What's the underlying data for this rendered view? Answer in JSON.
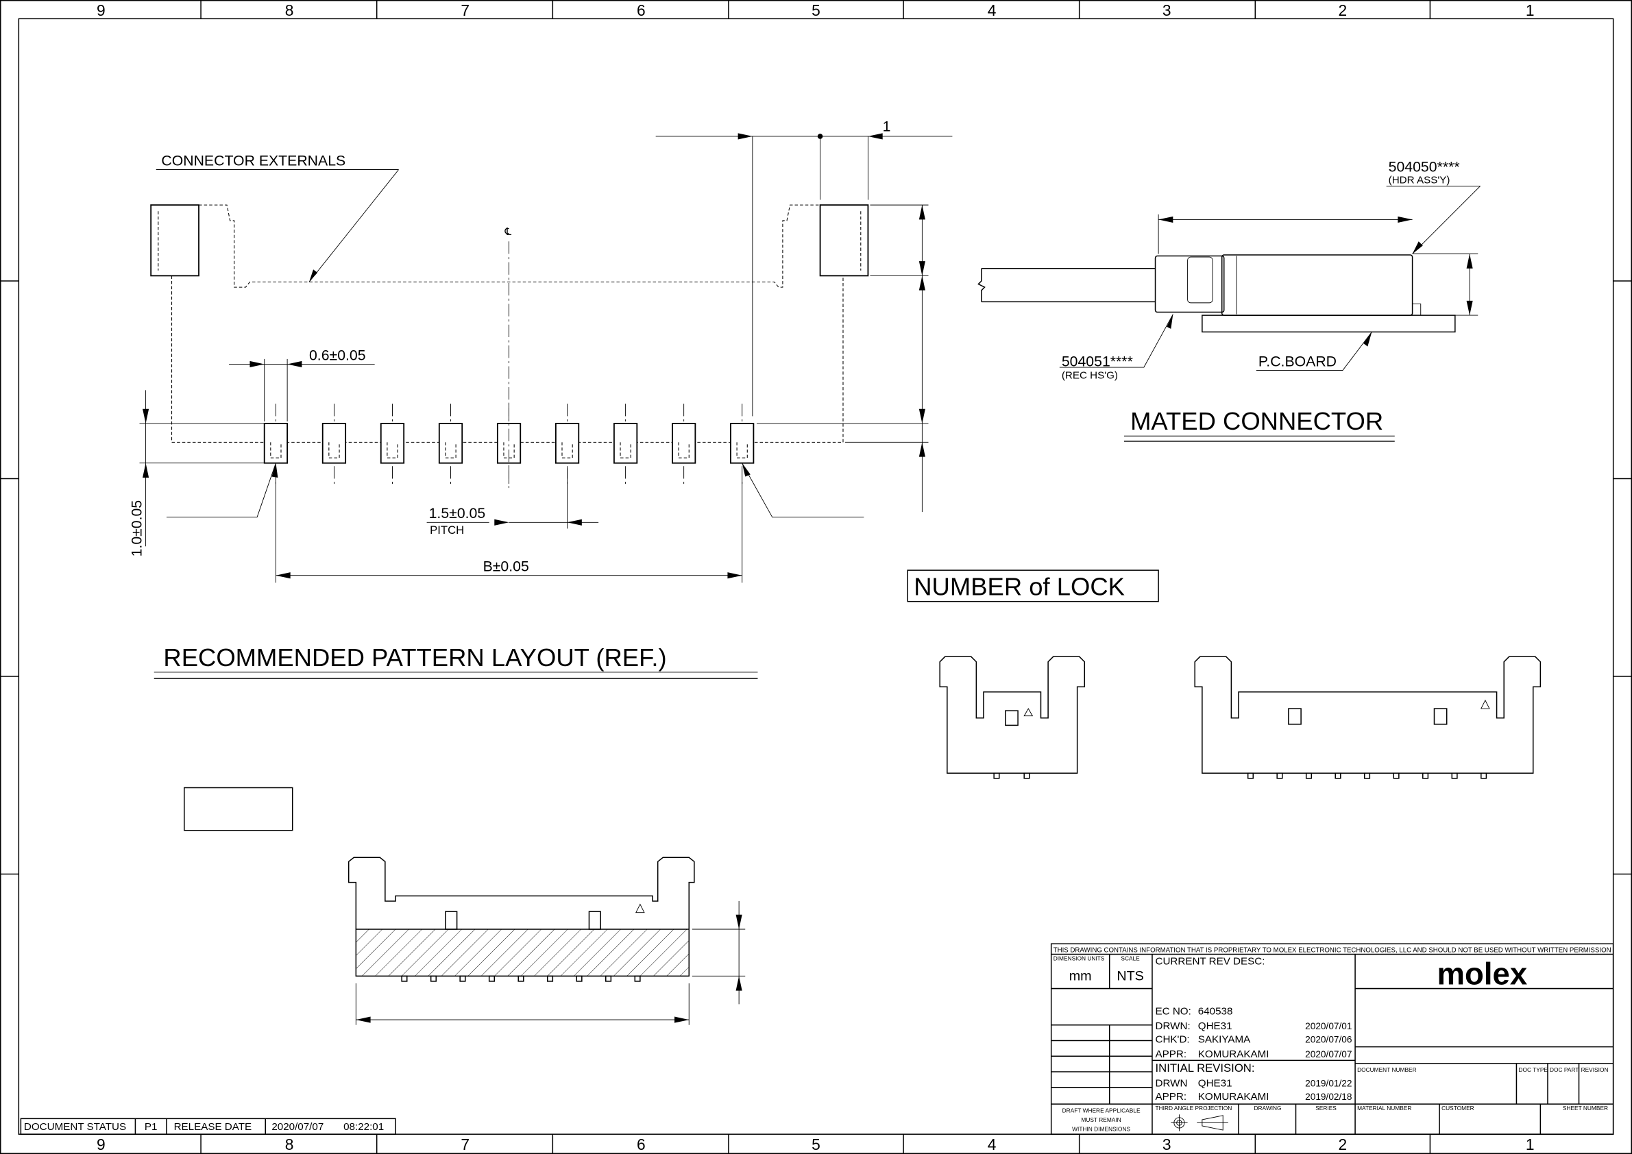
{
  "zones": [
    "9",
    "8",
    "7",
    "6",
    "5",
    "4",
    "3",
    "2",
    "1"
  ],
  "pattern": {
    "leader_label": "CONNECTOR EXTERNALS",
    "pad_width": "0.6±0.05",
    "pad_length": "1.0±0.05",
    "pitch_value": "1.5±0.05",
    "pitch_label": "PITCH",
    "span": "B±0.05",
    "offset": "1",
    "centerline": "℄",
    "title": "RECOMMENDED PATTERN LAYOUT (REF.)"
  },
  "mated": {
    "header_part": "504050****",
    "header_desc": "(HDR ASS'Y)",
    "receptacle_part": "504051****",
    "receptacle_desc": "(REC HS'G)",
    "board": "P.C.BOARD",
    "title": "MATED CONNECTOR"
  },
  "lock": {
    "title": "NUMBER of LOCK"
  },
  "title_block": {
    "proprietary": "THIS DRAWING CONTAINS INFORMATION THAT IS PROPRIETARY TO MOLEX ELECTRONIC TECHNOLOGIES, LLC AND SHOULD NOT BE USED WITHOUT WRITTEN PERMISSION",
    "dimension_units_label": "DIMENSION UNITS",
    "dimension_units": "mm",
    "scale_label": "SCALE",
    "scale": "NTS",
    "current_rev_desc": "CURRENT REV DESC:",
    "ec_no_label": "EC NO:",
    "ec_no": "640538",
    "drwn_label": "DRWN:",
    "drwn": "QHE31",
    "drwn_date": "2020/07/01",
    "chkd_label": "CHK'D:",
    "chkd": "SAKIYAMA",
    "chkd_date": "2020/07/06",
    "appr_label": "APPR:",
    "appr": "KOMURAKAMI",
    "appr_date": "2020/07/07",
    "initial_revision": "INITIAL REVISION:",
    "init_drwn_label": "DRWN",
    "init_drwn": "QHE31",
    "init_drwn_date": "2019/01/22",
    "init_appr_label": "APPR:",
    "init_appr": "KOMURAKAMI",
    "init_appr_date": "2019/02/18",
    "logo": "molex",
    "document_number": "DOCUMENT NUMBER",
    "doc_type": "DOC TYPE",
    "doc_part": "DOC PART",
    "revision": "REVISION",
    "draft_1": "DRAFT WHERE APPLICABLE",
    "draft_2": "MUST REMAIN",
    "draft_3": "WITHIN DIMENSIONS",
    "projection": "THIRD ANGLE PROJECTION",
    "drawing": "DRAWING",
    "series": "SERIES",
    "material_number": "MATERIAL NUMBER",
    "customer": "CUSTOMER",
    "sheet_number": "SHEET NUMBER"
  },
  "status_bar": {
    "status_label": "DOCUMENT STATUS",
    "status": "P1",
    "release_label": "RELEASE DATE",
    "release_date": "2020/07/07",
    "release_time": "08:22:01"
  }
}
